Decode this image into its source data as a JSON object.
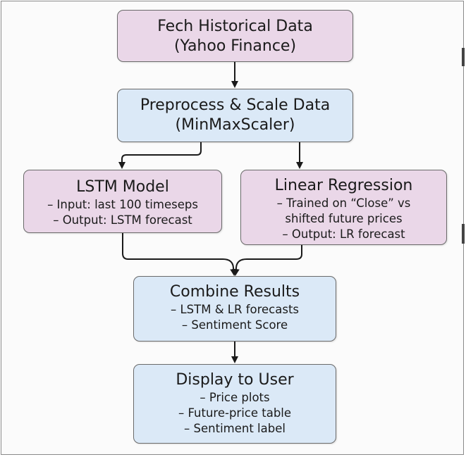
{
  "nodes": {
    "fetch": {
      "title_line1": "Fech Historical Data",
      "title_line2": "(Yahoo Finance)"
    },
    "preprocess": {
      "title_line1": "Preprocess & Scale Data",
      "title_line2": "(MinMaxScaler)"
    },
    "lstm": {
      "title": "LSTM Model",
      "items": [
        "– Input: last 100 timeseps",
        "– Output: LSTM forecast"
      ]
    },
    "linreg": {
      "title": "Linear Regression",
      "items": [
        "– Trained on “Close” vs",
        "shifted future prices",
        "– Output: LR forecast"
      ]
    },
    "combine": {
      "title": "Combine Results",
      "items": [
        "– LSTM & LR forecasts",
        "– Sentiment Score"
      ]
    },
    "display": {
      "title": "Display to User",
      "items": [
        "– Price plots",
        "– Future-price table",
        "– Sentiment label"
      ]
    }
  },
  "colors": {
    "input_box": "#ead7e8",
    "process_box": "#dbe9f7",
    "border": "#6b6b6b",
    "arrow": "#1a1a1a"
  }
}
